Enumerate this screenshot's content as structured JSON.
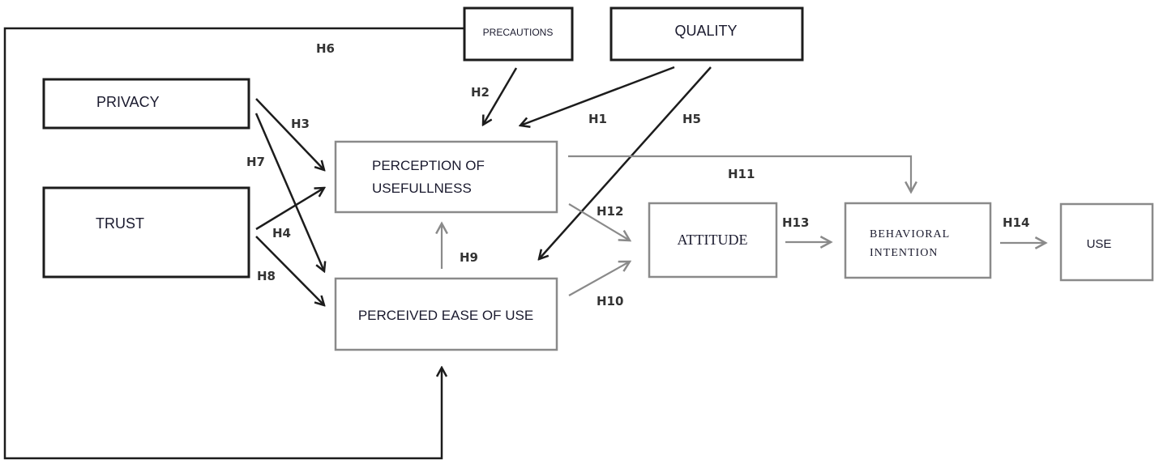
{
  "title": "Research model: technology acceptance with privacy, trust, precautions and quality",
  "colors": {
    "dark_stroke": "#1c1c1c",
    "light_stroke": "#8a8a8a",
    "text": "#1a1a2e",
    "hypothesis_label": "#333333"
  },
  "nodes": {
    "precautions": {
      "label": "PRECAUTIONS"
    },
    "quality": {
      "label": "QUALITY"
    },
    "privacy": {
      "label": "PRIVACY"
    },
    "trust": {
      "label": "TRUST"
    },
    "perceived_usefulness": {
      "line1": "PERCEPTION OF",
      "line2": "USEFULLNESS"
    },
    "perceived_ease_of_use": {
      "label": "PERCEIVED EASE OF USE"
    },
    "attitude": {
      "label": "ATTITUDE"
    },
    "behavioral_intention": {
      "line1": "BEHAVIORAL",
      "line2": "INTENTION"
    },
    "use": {
      "label": "USE"
    }
  },
  "hypotheses": [
    {
      "id": "H1",
      "from": "QUALITY",
      "to": "PERCEPTION OF USEFULLNESS"
    },
    {
      "id": "H2",
      "from": "PRECAUTIONS",
      "to": "PERCEPTION OF USEFULLNESS"
    },
    {
      "id": "H3",
      "from": "PRIVACY",
      "to": "PERCEPTION OF USEFULLNESS"
    },
    {
      "id": "H4",
      "from": "TRUST",
      "to": "PERCEPTION OF USEFULLNESS"
    },
    {
      "id": "H5",
      "from": "QUALITY",
      "to": "PERCEIVED EASE OF USE"
    },
    {
      "id": "H6",
      "from": "PRECAUTIONS",
      "to": "PERCEIVED EASE OF USE"
    },
    {
      "id": "H7",
      "from": "PRIVACY",
      "to": "PERCEIVED EASE OF USE"
    },
    {
      "id": "H8",
      "from": "TRUST",
      "to": "PERCEIVED EASE OF USE"
    },
    {
      "id": "H9",
      "from": "PERCEIVED EASE OF USE",
      "to": "PERCEPTION OF USEFULLNESS"
    },
    {
      "id": "H10",
      "from": "PERCEIVED EASE OF USE",
      "to": "ATTITUDE"
    },
    {
      "id": "H11",
      "from": "PERCEPTION OF USEFULLNESS",
      "to": "BEHAVIORAL INTENTION"
    },
    {
      "id": "H12",
      "from": "PERCEPTION OF USEFULLNESS",
      "to": "ATTITUDE"
    },
    {
      "id": "H13",
      "from": "ATTITUDE",
      "to": "BEHAVIORAL INTENTION"
    },
    {
      "id": "H14",
      "from": "BEHAVIORAL INTENTION",
      "to": "USE"
    }
  ],
  "labels": {
    "h1": "H1",
    "h2": "H2",
    "h3": "H3",
    "h4": "H4",
    "h5": "H5",
    "h6": "H6",
    "h7": "H7",
    "h8": "H8",
    "h9": "H9",
    "h10": "H10",
    "h11": "H11",
    "h12": "H12",
    "h13": "H13",
    "h14": "H14"
  }
}
